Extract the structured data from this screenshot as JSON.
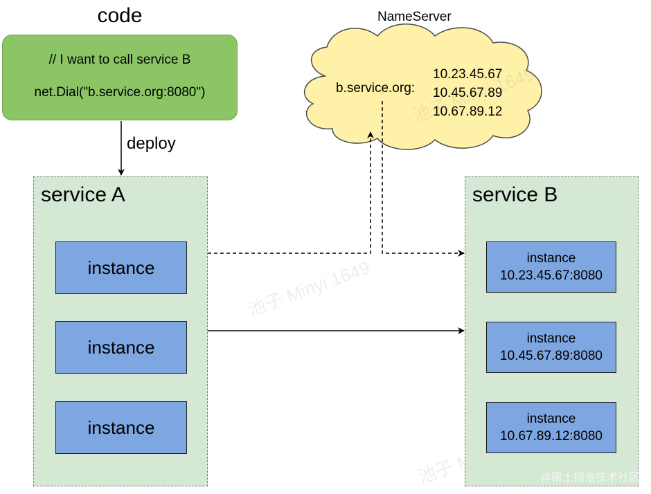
{
  "code": {
    "title": "code",
    "line1": "// I want to call service B",
    "line2": "net.Dial(\"b.service.org:8080\")"
  },
  "deploy_label": "deploy",
  "service_a": {
    "title": "service A",
    "instances": [
      "instance",
      "instance",
      "instance"
    ]
  },
  "service_b": {
    "title": "service B",
    "instances": [
      {
        "label": "instance",
        "address": "10.23.45.67:8080"
      },
      {
        "label": "instance",
        "address": "10.45.67.89:8080"
      },
      {
        "label": "instance",
        "address": "10.67.89.12:8080"
      }
    ]
  },
  "nameserver": {
    "title": "NameServer",
    "key": "b.service.org:",
    "ips": [
      "10.23.45.67",
      "10.45.67.89",
      "10.67.89.12"
    ]
  },
  "watermark": "池子 Minyi 1649",
  "footer": "@稀土掘金技术社区",
  "colors": {
    "code_fill": "#8bc565",
    "service_fill": "#d5e8d4",
    "instance_fill": "#7ea6e0",
    "cloud_fill": "#fff2a8"
  }
}
